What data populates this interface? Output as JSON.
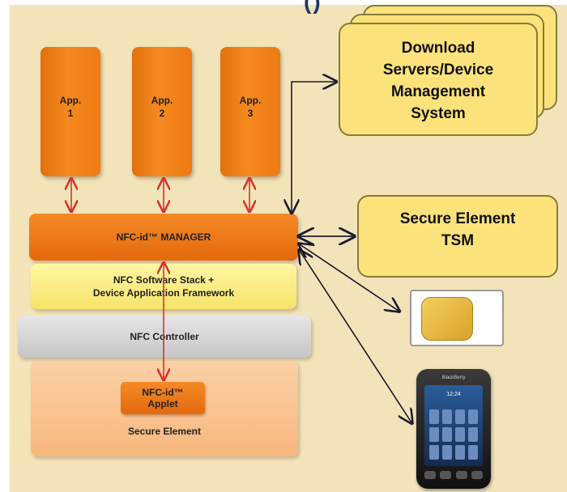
{
  "heading_fragment": "()",
  "apps": [
    {
      "line1": "App.",
      "line2": "1"
    },
    {
      "line1": "App.",
      "line2": "2"
    },
    {
      "line1": "App.",
      "line2": "3"
    }
  ],
  "layers": {
    "manager": "NFC-id™ MANAGER",
    "stack_line1": "NFC Software Stack +",
    "stack_line2": "Device Application Framework",
    "controller": "NFC Controller",
    "secure_element": "Secure Element",
    "applet_line1": "NFC-id™",
    "applet_line2": "Applet"
  },
  "external": {
    "download_line1": "Download",
    "download_line2": "Servers/Device",
    "download_line3": "Management",
    "download_line4": "System",
    "tsm_line1": "Secure Element",
    "tsm_line2": "TSM"
  },
  "phone": {
    "brand": "BlackBerry",
    "time": "12:24"
  },
  "colors": {
    "background": "#f3e3b8",
    "orange": "#f07d14",
    "yellow_box": "#fbe27a",
    "red_arrow": "#d8322c",
    "dark_arrow": "#1a1a2e"
  }
}
